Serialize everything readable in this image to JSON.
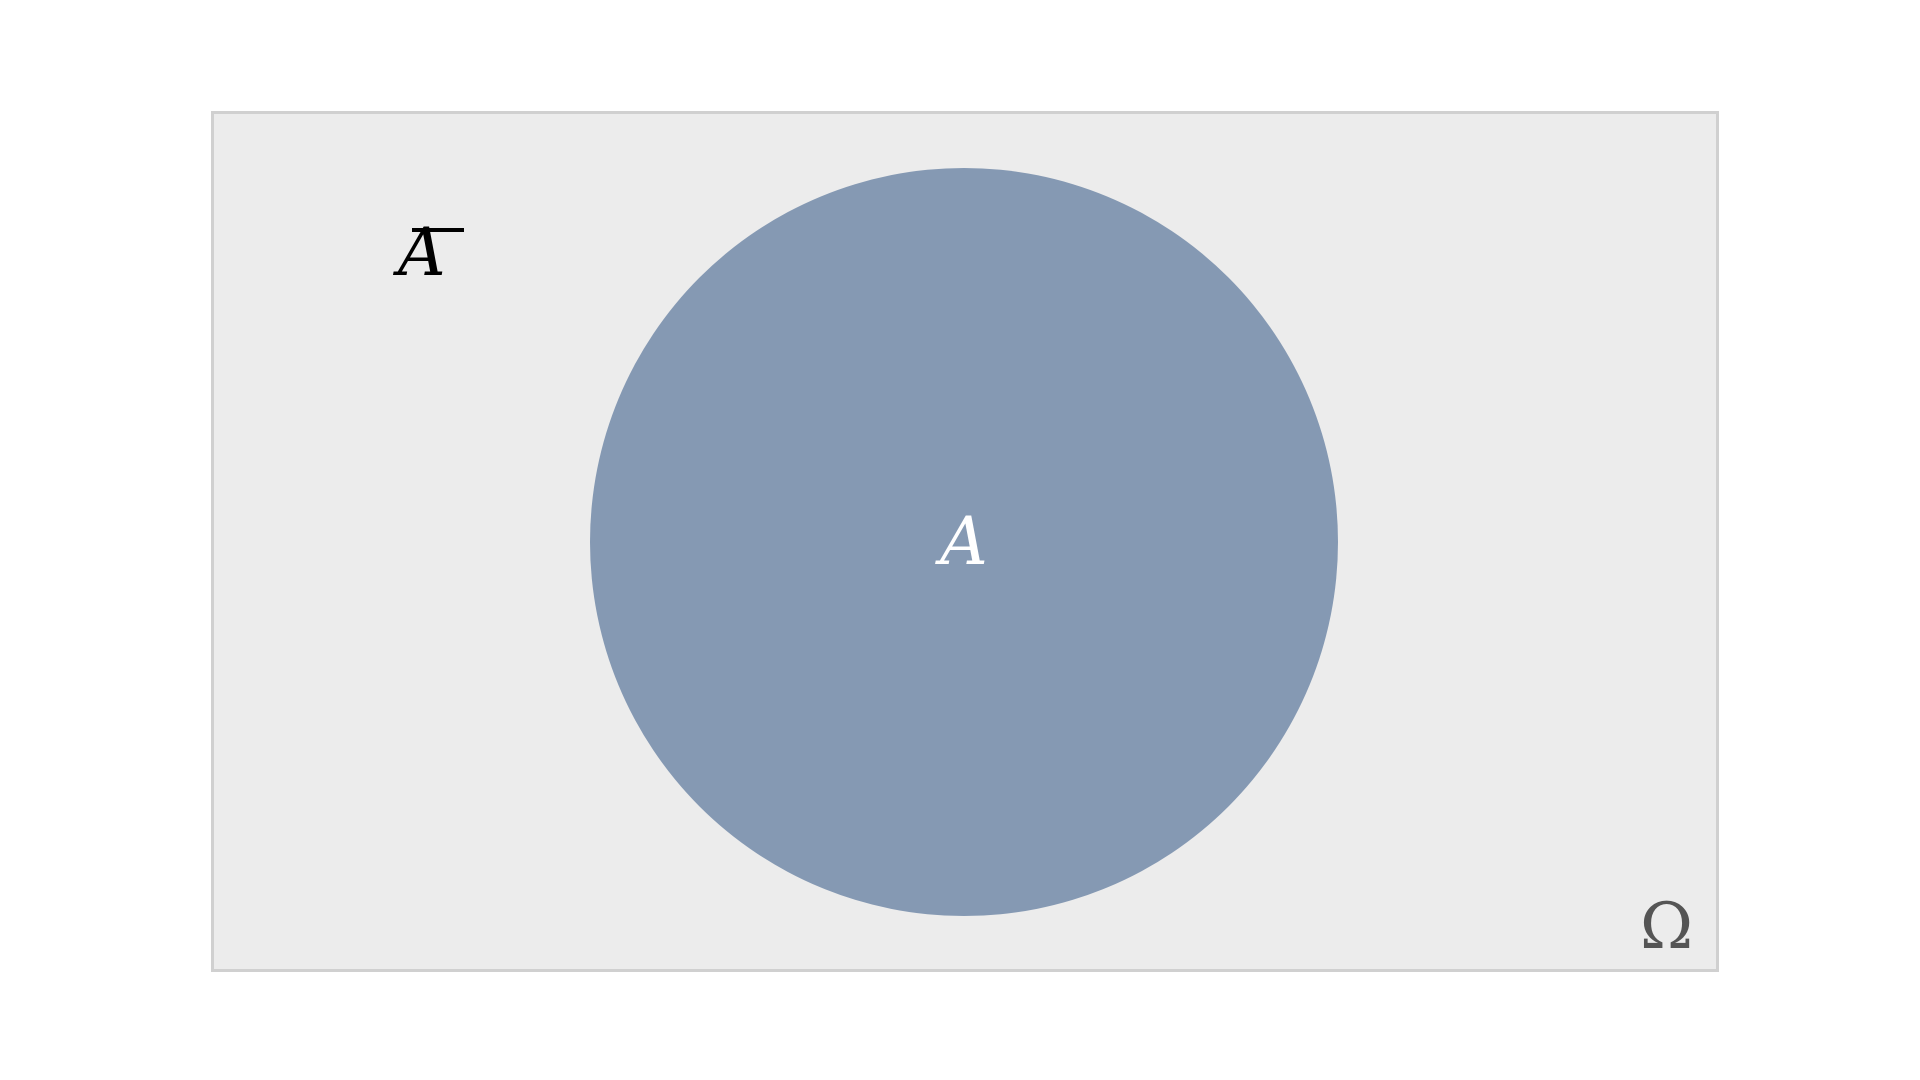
{
  "diagram": {
    "type": "venn",
    "universe_label": "Ω",
    "set_label": "A",
    "complement_label": "A",
    "complement_has_overline": true,
    "colors": {
      "universe_fill": "#ececec",
      "universe_border": "#d0d0d0",
      "set_fill": "#8599b3",
      "set_label_color": "#ffffff",
      "complement_label_color": "#000000",
      "universe_label_color": "#555555"
    }
  }
}
